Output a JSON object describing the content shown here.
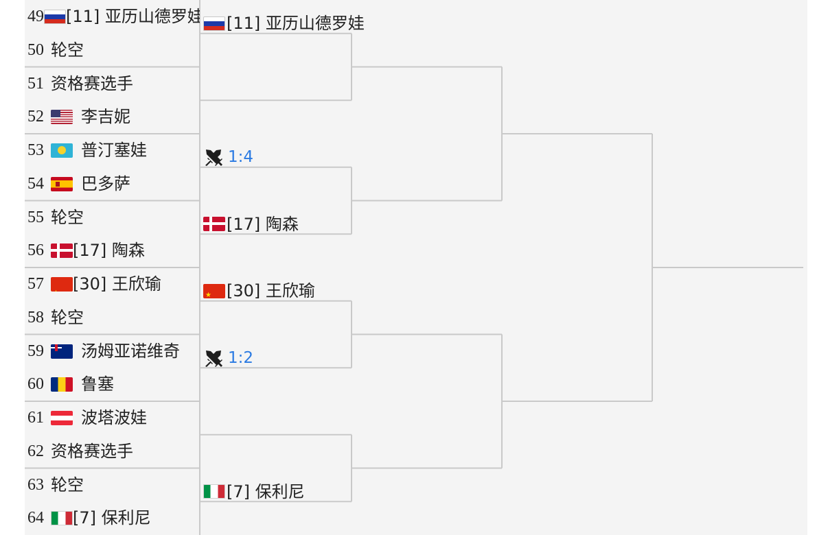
{
  "colors": {
    "bracket_line": "#c9c9c9",
    "link_blue": "#2a7ae2",
    "panel_bg": "#f4f4f4"
  },
  "entries": [
    {
      "seed_no": "49",
      "flag": "ru",
      "name": "[11] 亚历山德罗娃"
    },
    {
      "seed_no": "50",
      "flag": "",
      "name": "轮空"
    },
    {
      "seed_no": "51",
      "flag": "",
      "name": "资格赛选手"
    },
    {
      "seed_no": "52",
      "flag": "us",
      "name": "李吉妮"
    },
    {
      "seed_no": "53",
      "flag": "kz",
      "name": "普汀塞娃"
    },
    {
      "seed_no": "54",
      "flag": "es",
      "name": "巴多萨"
    },
    {
      "seed_no": "55",
      "flag": "",
      "name": "轮空"
    },
    {
      "seed_no": "56",
      "flag": "dk",
      "name": "[17] 陶森"
    },
    {
      "seed_no": "57",
      "flag": "cn",
      "name": "[30] 王欣瑜"
    },
    {
      "seed_no": "58",
      "flag": "",
      "name": "轮空"
    },
    {
      "seed_no": "59",
      "flag": "au",
      "name": "汤姆亚诺维奇"
    },
    {
      "seed_no": "60",
      "flag": "ro",
      "name": "鲁塞"
    },
    {
      "seed_no": "61",
      "flag": "at",
      "name": "波塔波娃"
    },
    {
      "seed_no": "62",
      "flag": "",
      "name": "资格赛选手"
    },
    {
      "seed_no": "63",
      "flag": "",
      "name": "轮空"
    },
    {
      "seed_no": "64",
      "flag": "it",
      "name": "[7] 保利尼"
    }
  ],
  "round2": [
    {
      "kind": "player",
      "flag": "ru",
      "name": "[11] 亚历山德罗娃"
    },
    {
      "kind": "empty"
    },
    {
      "kind": "match",
      "icon": "crossed-swords-icon",
      "score": "1:4"
    },
    {
      "kind": "player",
      "flag": "dk",
      "name": "[17] 陶森"
    },
    {
      "kind": "player",
      "flag": "cn",
      "name": "[30] 王欣瑜"
    },
    {
      "kind": "match",
      "icon": "crossed-swords-icon",
      "score": "1:2"
    },
    {
      "kind": "empty"
    },
    {
      "kind": "player",
      "flag": "it",
      "name": "[7] 保利尼"
    }
  ]
}
